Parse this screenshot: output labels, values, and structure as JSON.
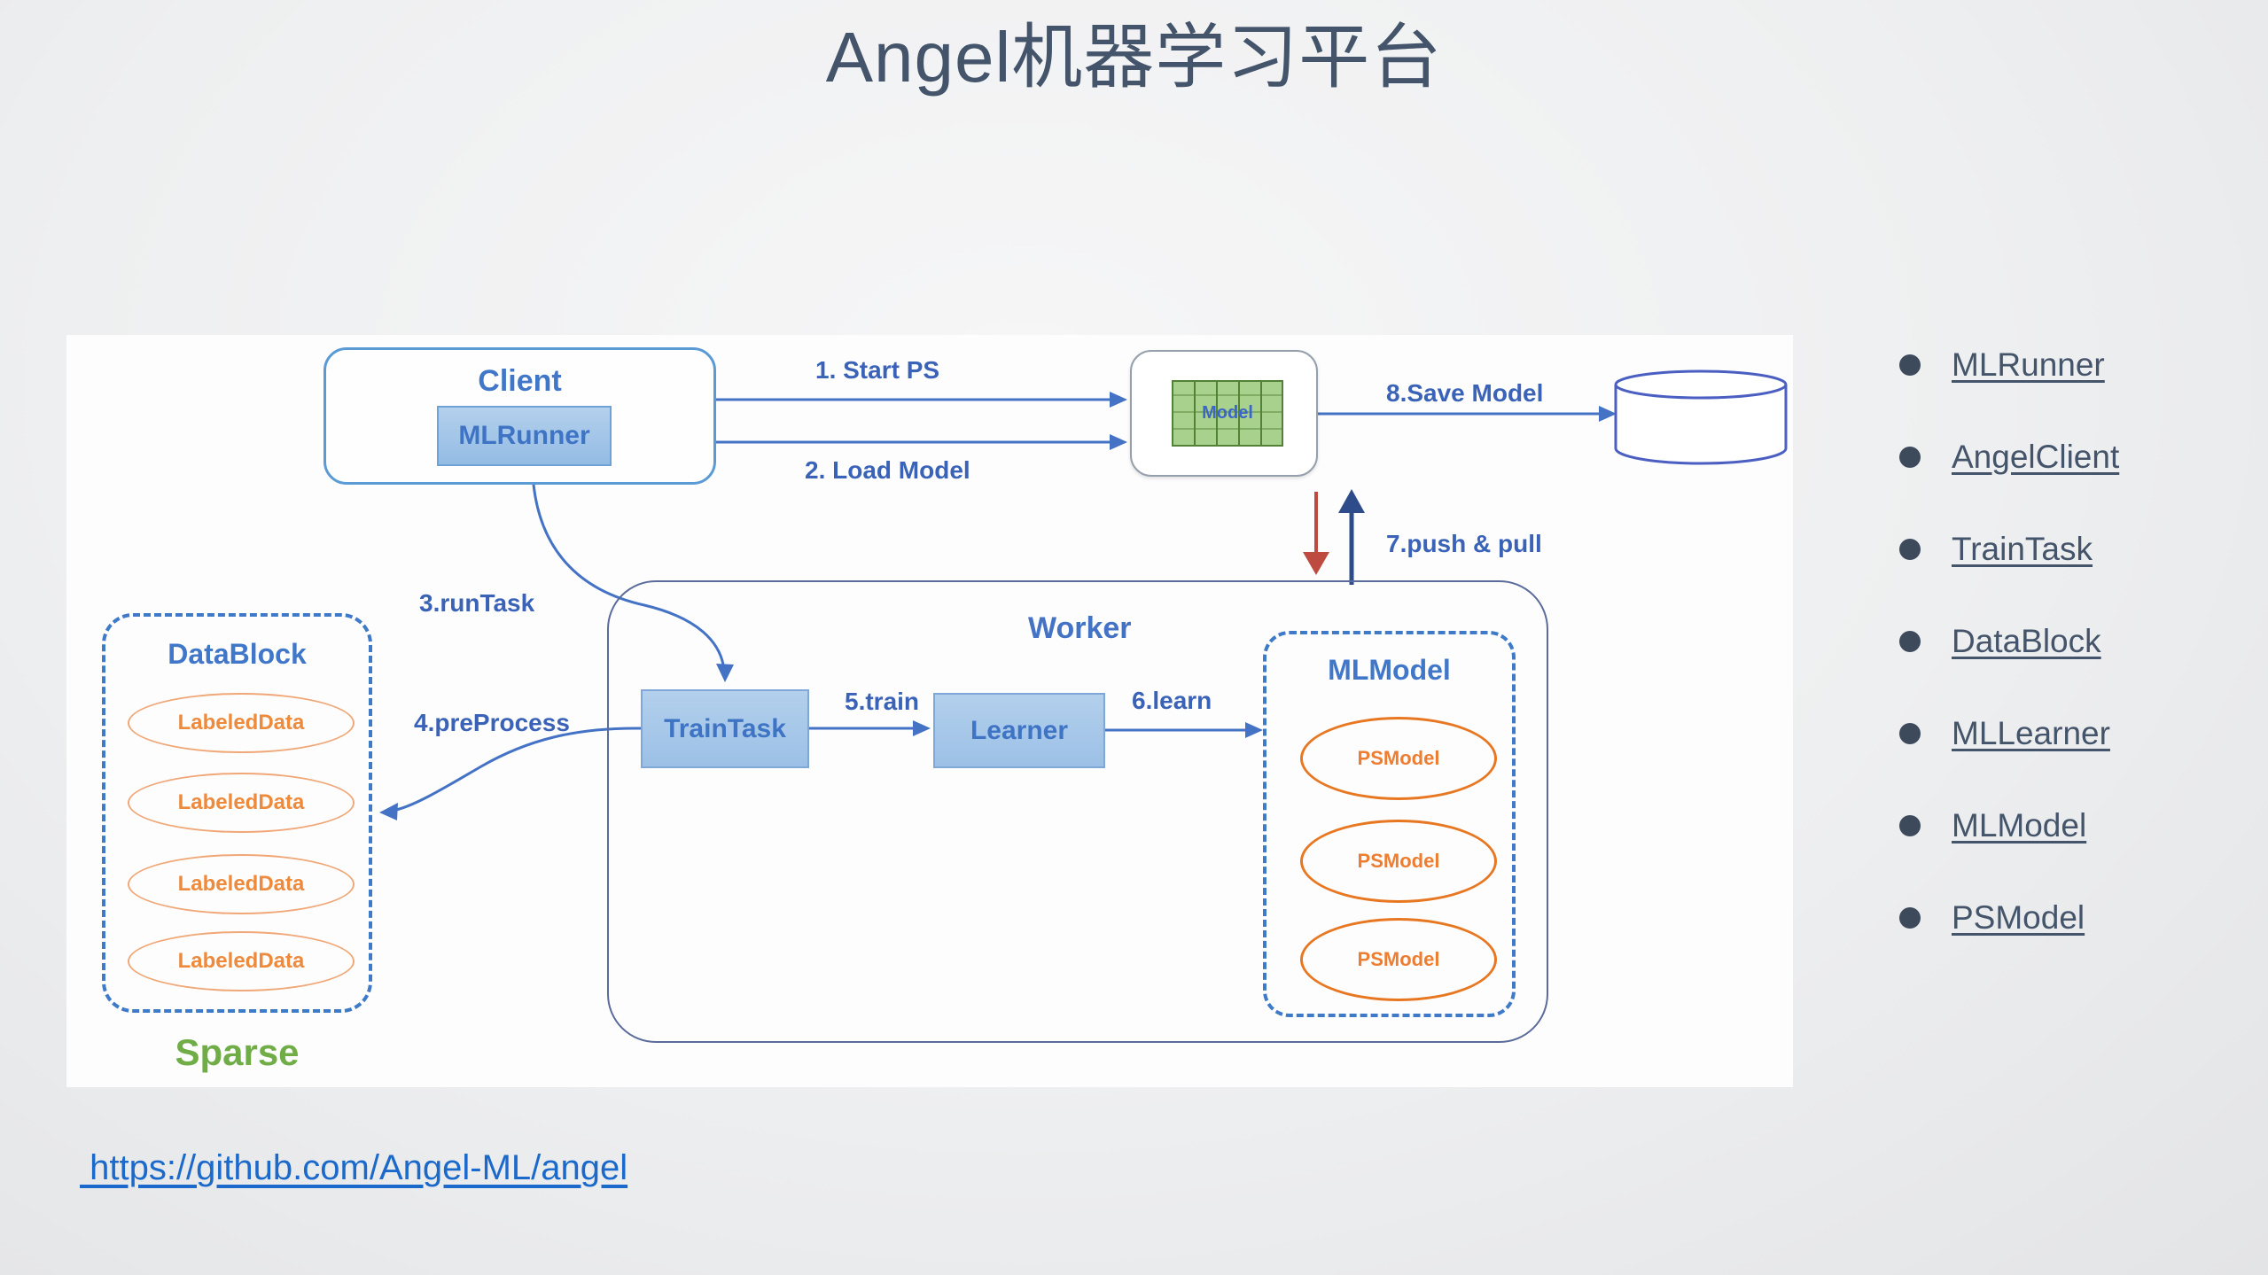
{
  "title": "Angel机器学习平台",
  "diagram": {
    "client": {
      "label": "Client",
      "inner": "MLRunner"
    },
    "ps": {
      "model_label": "Model"
    },
    "storage": {
      "icon": "database-cylinder"
    },
    "worker": {
      "label": "Worker",
      "traintask": "TrainTask",
      "learner": "Learner"
    },
    "mlmodel": {
      "label": "MLModel",
      "items": [
        "PSModel",
        "PSModel",
        "PSModel"
      ]
    },
    "datablock": {
      "label": "DataBlock",
      "items": [
        "LabeledData",
        "LabeledData",
        "LabeledData",
        "LabeledData"
      ],
      "caption": "Sparse"
    },
    "steps": {
      "s1": "1. Start PS",
      "s2": "2. Load Model",
      "s3": "3.runTask",
      "s4": "4.preProcess",
      "s5": "5.train",
      "s6": "6.learn",
      "s7": "7.push & pull",
      "s8": "8.Save Model"
    }
  },
  "sidebar": {
    "items": [
      {
        "label": "MLRunner"
      },
      {
        "label": "AngelClient"
      },
      {
        "label": "TrainTask"
      },
      {
        "label": "DataBlock"
      },
      {
        "label": "MLLearner"
      },
      {
        "label": "MLModel"
      },
      {
        "label": "PSModel"
      }
    ]
  },
  "footer": {
    "link": " https://github.com/Angel-ML/angel"
  },
  "colors": {
    "title_text": "#44546A",
    "slide_bg": "#ededee",
    "diagram_bg": "#fdfdfe",
    "connector_blue": "#4472C4",
    "box_fill_blue": "#9CC0E6",
    "box_border_blue": "#5B9BD5",
    "worker_border": "#5B6B9B",
    "dashed_blue": "#3E7AC8",
    "orange_stroke": "#E87722",
    "orange_light": "#F0A878",
    "grid_green_fill": "#A9D18E",
    "grid_green_line": "#538135",
    "push_arrow_red": "#BE4B3F",
    "pull_arrow_navy": "#2F4C8A",
    "sparse_green": "#70AD47",
    "link_blue": "#1B6ACB"
  }
}
